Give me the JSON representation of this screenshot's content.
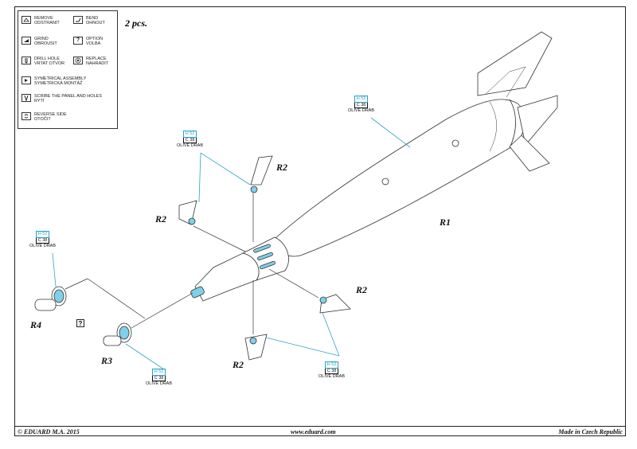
{
  "sheet_title": "2 pcs.",
  "legend": [
    {
      "icon": "remove-icon",
      "line1": "REMOVE",
      "line2": "ODSTRANIT"
    },
    {
      "icon": "bend-icon",
      "line1": "BEND",
      "line2": "OHNOUT"
    },
    {
      "icon": "grind-icon",
      "line1": "GRIND",
      "line2": "OBROUSIT"
    },
    {
      "icon": "option-icon",
      "glyph": "?",
      "line1": "OPTION",
      "line2": "VOLBA"
    },
    {
      "icon": "drill-icon",
      "line1": "DRILL HOLE",
      "line2": "VRTAT OTVOR"
    },
    {
      "icon": "replace-icon",
      "line1": "REPLACE",
      "line2": "NAHRADIT"
    },
    {
      "icon": "symmetrical-icon",
      "line1": "SYMETRICAL ASSEMBLY",
      "line2": "SYMETRICKÁ MONTÁŽ"
    },
    {
      "icon": "scribe-icon",
      "line1": "SCRIBE THE PANEL AND HOLES",
      "line2": "RYTÍ"
    },
    {
      "icon": "reverse-icon",
      "line1": "REVERSE SIDE",
      "line2": "OTOČIT"
    }
  ],
  "parts": {
    "r1": "R1",
    "r2": "R2",
    "r3": "R3",
    "r4": "R4"
  },
  "paint": {
    "h": "H 52",
    "c": "C 38",
    "name": "OLIVE DRAB"
  },
  "option_glyph": "?",
  "footer": {
    "left": "© EDUARD M.A. 2015",
    "center": "www.eduard.com",
    "right": "Made in Czech Republic"
  },
  "colors": {
    "accent": "#2aa3c9",
    "line": "#222222",
    "part_fill": "#7fd0ea"
  }
}
